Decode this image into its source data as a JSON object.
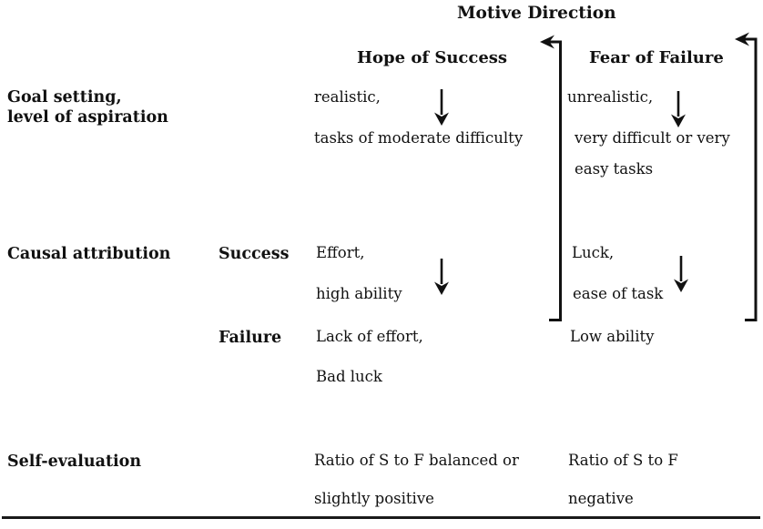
{
  "title": "Motive Direction",
  "colors": {
    "ink": "#111111",
    "background": "#ffffff"
  },
  "columns": {
    "hope_header": "Hope of Success",
    "fear_header": "Fear of Failure"
  },
  "goal_setting": {
    "label_line1": "Goal setting,",
    "label_line2": "level of aspiration",
    "hope_line1": "realistic,",
    "hope_line2": "tasks of moderate difficulty",
    "fear_line1": "unrealistic,",
    "fear_line2": "very difficult or very",
    "fear_line3": "easy tasks"
  },
  "causal_attribution": {
    "label": "Causal attribution",
    "success_label": "Success",
    "failure_label": "Failure",
    "success_hope_line1": "Effort,",
    "success_hope_line2": "high ability",
    "success_fear_line1": "Luck,",
    "success_fear_line2": "ease of task",
    "failure_hope_line1": "Lack of effort,",
    "failure_hope_line2": "Bad luck",
    "failure_fear_line1": "Low ability"
  },
  "self_evaluation": {
    "label": "Self-evaluation",
    "hope_line1": "Ratio of S to F balanced or",
    "hope_line2": "slightly positive",
    "fear_line1": "Ratio of S to F",
    "fear_line2": "negative"
  },
  "icons": {
    "down_arrow_glyph": "↓",
    "feedback_arrow_glyph": "↰"
  }
}
